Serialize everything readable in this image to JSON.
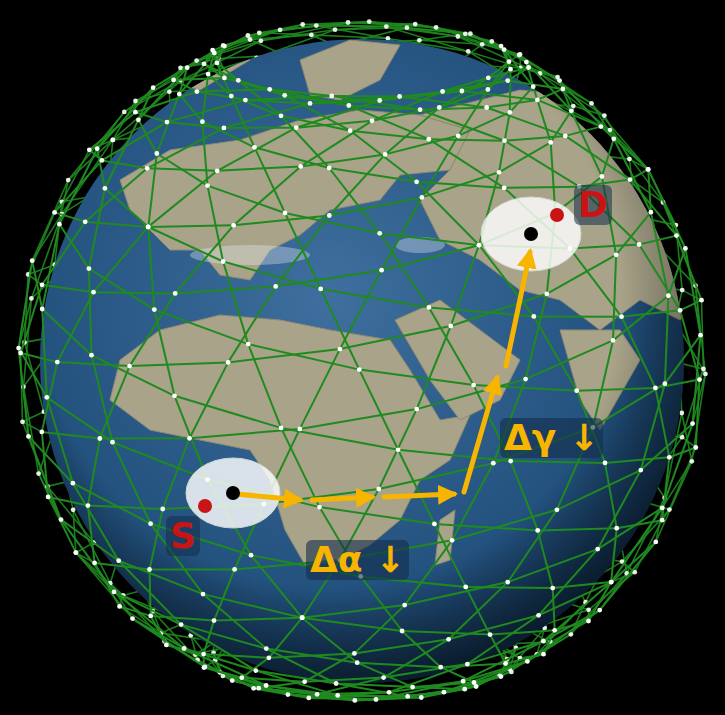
{
  "diagram": {
    "labels": [
      "S",
      "D",
      "Δα ↓",
      "Δγ ↓"
    ]
  }
}
